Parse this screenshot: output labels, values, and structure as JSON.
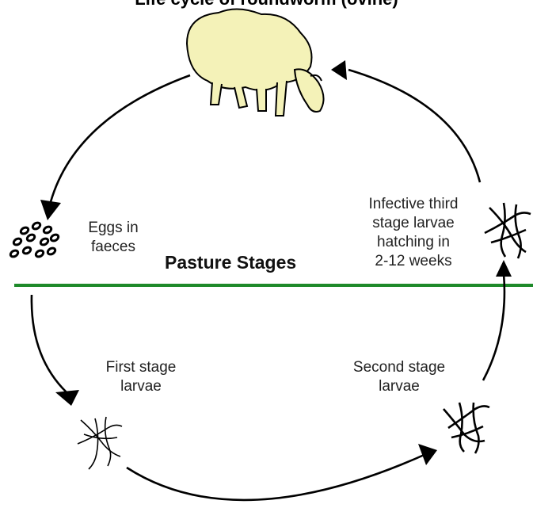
{
  "title": "Life cycle of roundworm (ovine)",
  "pasture_label": "Pasture Stages",
  "stages": {
    "eggs": "Eggs in\nfaeces",
    "first": "First stage\nlarvae",
    "second": "Second stage\nlarvae",
    "third": "Infective third\nstage larvae\nhatching in\n2-12 weeks"
  },
  "colors": {
    "ground_line": "#1e8a2a",
    "sheep_fleece": "#f4f2b8",
    "ink": "#000000"
  },
  "icons": [
    "sheep-icon",
    "eggs-icon",
    "larva-icon"
  ]
}
